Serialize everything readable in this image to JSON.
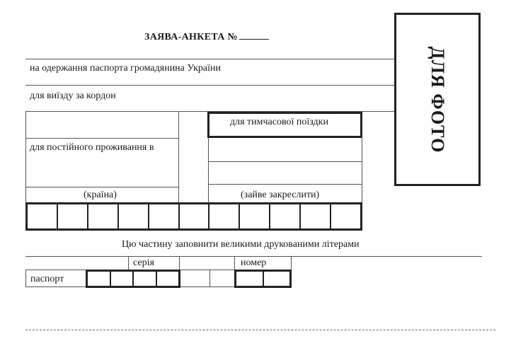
{
  "form": {
    "title": "ЗАЯВА-АНКЕТА №",
    "line_passport": "на одержання паспорта громадянина України",
    "line_travel": "для виїзду за кордон",
    "option_temporary": "для тимчасової поїздки",
    "option_permanent": "для постійного проживання в",
    "label_country": "(країна)",
    "label_strike": "(зайве закреслити)",
    "instruction": "Цю частину заповнити великими друкованими літерами",
    "label_series": "серія",
    "label_number": "номер",
    "label_passport": "паспорт"
  },
  "photo": {
    "label": "ДЛЯ ФОТО"
  }
}
